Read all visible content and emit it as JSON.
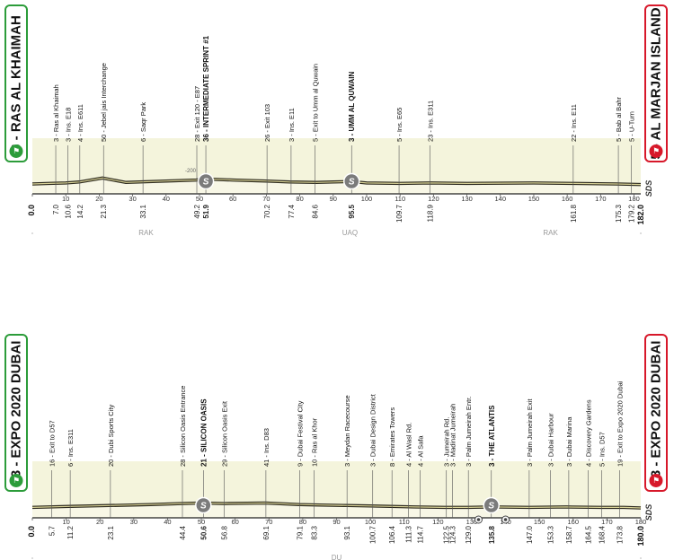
{
  "chart_data": [
    {
      "type": "area",
      "title": "",
      "start_label": "3 - RAS AL KHAIMAH",
      "finish_label": "5 - AL MARJAN ISLAND",
      "brand": "SDS",
      "xlim": [
        0,
        182.0
      ],
      "xticks": [
        0,
        10,
        20,
        30,
        40,
        50,
        60,
        70,
        80,
        90,
        100,
        110,
        120,
        130,
        140,
        150,
        160,
        170,
        180
      ],
      "elevation_ticks": [
        -200
      ],
      "profile": [
        [
          0,
          2
        ],
        [
          5,
          3
        ],
        [
          10,
          4
        ],
        [
          14,
          6
        ],
        [
          21,
          14
        ],
        [
          28,
          5
        ],
        [
          40,
          8
        ],
        [
          49,
          10
        ],
        [
          52,
          12
        ],
        [
          60,
          10
        ],
        [
          70,
          8
        ],
        [
          77,
          6
        ],
        [
          85,
          5
        ],
        [
          90,
          6
        ],
        [
          95.5,
          7
        ],
        [
          100,
          4
        ],
        [
          110,
          3
        ],
        [
          119,
          4
        ],
        [
          130,
          3
        ],
        [
          150,
          4
        ],
        [
          162,
          3
        ],
        [
          175,
          2
        ],
        [
          182,
          1
        ]
      ],
      "waypoints": [
        {
          "km": 7.0,
          "km_label": "7.0",
          "label": "3 - Ras al Khaimah",
          "bold": false
        },
        {
          "km": 10.6,
          "km_label": "10.6",
          "label": "3 - Ins. E18",
          "bold": false
        },
        {
          "km": 14.2,
          "km_label": "14.2",
          "label": "4 - Ins. E611",
          "bold": false
        },
        {
          "km": 21.3,
          "km_label": "21.3",
          "label": "50 - Jebel jais Interchange",
          "bold": false
        },
        {
          "km": 33.1,
          "km_label": "33.1",
          "label": "6 - Saqr Park",
          "bold": false
        },
        {
          "km": 49.2,
          "km_label": "49.2",
          "label": "28 - Exit 120 - E87",
          "bold": false
        },
        {
          "km": 51.9,
          "km_label": "51.9",
          "label": "36 - INTERMEDIATE SPRINT #1",
          "bold": true,
          "marker": "S"
        },
        {
          "km": 70.2,
          "km_label": "70.2",
          "label": "26 - Exit 103",
          "bold": false
        },
        {
          "km": 77.4,
          "km_label": "77.4",
          "label": "3 - Ins. E11",
          "bold": false
        },
        {
          "km": 84.6,
          "km_label": "84.6",
          "label": "5 - Exit to Umm al Quwain",
          "bold": false
        },
        {
          "km": 95.5,
          "km_label": "95.5",
          "label": "3 - UMM AL QUWAIN",
          "bold": true,
          "marker": "S"
        },
        {
          "km": 109.7,
          "km_label": "109.7",
          "label": "5 - Ins. E65",
          "bold": false
        },
        {
          "km": 118.9,
          "km_label": "118.9",
          "label": "23 - Ins. E311",
          "bold": false
        },
        {
          "km": 161.8,
          "km_label": "161.8",
          "label": "22 - Ins. E11",
          "bold": false
        },
        {
          "km": 175.3,
          "km_label": "175.3",
          "label": "5 - Bab al Bahr",
          "bold": false
        },
        {
          "km": 179.2,
          "km_label": "179.2",
          "label": "5 - U-Turn",
          "bold": false
        }
      ],
      "finish_km_label": "182.0",
      "start_km_label": "0.0",
      "regions": [
        {
          "km": 34,
          "name": "RAK"
        },
        {
          "km": 95,
          "name": "UAQ"
        },
        {
          "km": 155,
          "name": "RAK"
        }
      ]
    },
    {
      "type": "area",
      "title": "",
      "start_label": "23 - EXPO 2020 DUBAI",
      "finish_label": "23 - EXPO 2020 DUBAI",
      "brand": "SDS",
      "xlim": [
        0,
        180.0
      ],
      "xticks": [
        0,
        10,
        20,
        30,
        40,
        50,
        60,
        70,
        80,
        90,
        100,
        110,
        120,
        130,
        140,
        150,
        160,
        170,
        180
      ],
      "elevation_ticks": [],
      "profile": [
        [
          0,
          3
        ],
        [
          5,
          4
        ],
        [
          11,
          5
        ],
        [
          23,
          7
        ],
        [
          35,
          9
        ],
        [
          44,
          11
        ],
        [
          50,
          12
        ],
        [
          57,
          11
        ],
        [
          69,
          12
        ],
        [
          79,
          9
        ],
        [
          85,
          8
        ],
        [
          93,
          7
        ],
        [
          100,
          6
        ],
        [
          106,
          5
        ],
        [
          113,
          4
        ],
        [
          122,
          3
        ],
        [
          129,
          3
        ],
        [
          136,
          4
        ],
        [
          147,
          3
        ],
        [
          158,
          4
        ],
        [
          168,
          3
        ],
        [
          175,
          3
        ],
        [
          180,
          2
        ]
      ],
      "waypoints": [
        {
          "km": 5.7,
          "km_label": "5.7",
          "label": "16 - Exit to D57",
          "bold": false
        },
        {
          "km": 11.2,
          "km_label": "11.2",
          "label": "6 - Ins. E311",
          "bold": false
        },
        {
          "km": 23.1,
          "km_label": "23.1",
          "label": "20 - Dubi Sports City",
          "bold": false
        },
        {
          "km": 44.4,
          "km_label": "44.4",
          "label": "28 - Silicon Oasis Entrance",
          "bold": false
        },
        {
          "km": 50.6,
          "km_label": "50.6",
          "label": "21 - SILICON OASIS",
          "bold": true,
          "marker": "S"
        },
        {
          "km": 56.8,
          "km_label": "56.8",
          "label": "29 - Silicon Oasis Exit",
          "bold": false
        },
        {
          "km": 69.1,
          "km_label": "69.1",
          "label": "41 - Ins. D83",
          "bold": false
        },
        {
          "km": 79.1,
          "km_label": "79.1",
          "label": "9 - Dubai Festival City",
          "bold": false
        },
        {
          "km": 83.3,
          "km_label": "83.3",
          "label": "10 - Ras al Khor",
          "bold": false
        },
        {
          "km": 93.1,
          "km_label": "93.1",
          "label": "3 - Meydan Racecourse",
          "bold": false
        },
        {
          "km": 100.7,
          "km_label": "100.7",
          "label": "3 - Dubai Design District",
          "bold": false
        },
        {
          "km": 106.4,
          "km_label": "106.4",
          "label": "8 - Emirates Towers",
          "bold": false
        },
        {
          "km": 111.3,
          "km_label": "111.3",
          "label": "4 - Al Wasl Rd.",
          "bold": false
        },
        {
          "km": 114.7,
          "km_label": "114.7",
          "label": "4 - Al Safa",
          "bold": false
        },
        {
          "km": 122.5,
          "km_label": "122.5",
          "label": "3 - Jumeirah Rd.",
          "bold": false
        },
        {
          "km": 124.3,
          "km_label": "124.3",
          "label": "3 - Madinat Jumeirah",
          "bold": false
        },
        {
          "km": 129.0,
          "km_label": "129.0",
          "label": "3 - Palm Jumeirah Entr.",
          "bold": false
        },
        {
          "km": 135.8,
          "km_label": "135.8",
          "label": "3 - THE ATLANTIS",
          "bold": true,
          "marker": "S"
        },
        {
          "km": 147.0,
          "km_label": "147.0",
          "label": "3 - Palm Jumeirah Exit",
          "bold": false
        },
        {
          "km": 153.3,
          "km_label": "153.3",
          "label": "3 - Dubai Harbour",
          "bold": false
        },
        {
          "km": 158.7,
          "km_label": "158.7",
          "label": "3 - Dubai Marina",
          "bold": false
        },
        {
          "km": 164.5,
          "km_label": "164.5",
          "label": "4 - Discovery Gardens",
          "bold": false
        },
        {
          "km": 168.4,
          "km_label": "168.4",
          "label": "5 - Ins. D57",
          "bold": false
        },
        {
          "km": 173.8,
          "km_label": "173.8",
          "label": "19 - Exit to Expo 2020 Dubai",
          "bold": false
        }
      ],
      "finish_km_label": "180.0",
      "start_km_label": "0.0",
      "small_markers": [
        {
          "km": 132
        },
        {
          "km": 140
        }
      ],
      "regions": [
        {
          "km": 90,
          "name": "DU"
        }
      ]
    }
  ]
}
